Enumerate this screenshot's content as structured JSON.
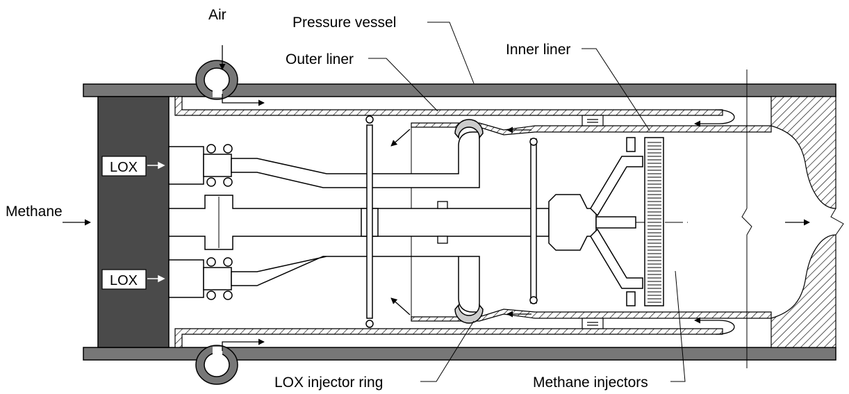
{
  "labels": {
    "air": "Air",
    "pressure_vessel": "Pressure vessel",
    "outer_liner": "Outer liner",
    "inner_liner": "Inner liner",
    "methane": "Methane",
    "lox_top": "LOX",
    "lox_bottom": "LOX",
    "lox_injector_ring": "LOX injector ring",
    "methane_injectors": "Methane injectors"
  }
}
